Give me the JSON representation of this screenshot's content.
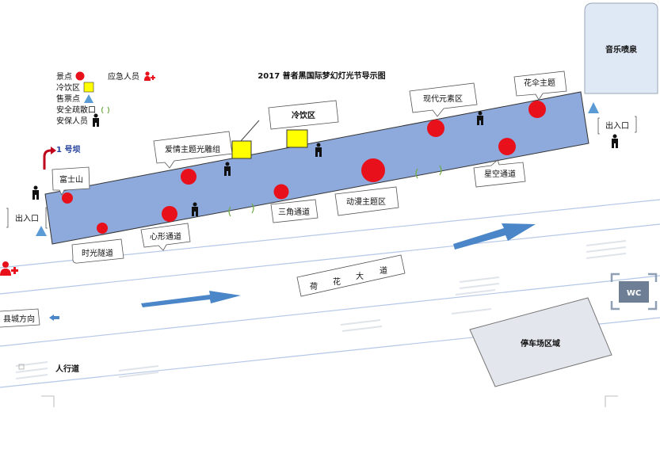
{
  "title": "2017 普者黑国际梦幻灯光节导示图",
  "colors": {
    "venue": "#8ea9db",
    "spot": "#e8101a",
    "drink": "#ffff00",
    "ticket": "#5b9bd5",
    "arrow": "#4a86c8",
    "road_line": "#b4c7e7",
    "building": "#e3e6ec"
  },
  "legend": {
    "spot": "景点",
    "drink": "冷饮区",
    "ticket": "售票点",
    "exit": "安全疏散口",
    "security": "安保人员",
    "medical": "应急人员"
  },
  "markers": {
    "dam": "1 号坝",
    "fountain": "音乐喷泉",
    "wc": "WC",
    "parking": "停车场区域",
    "road_name": [
      "荷",
      "花",
      "大",
      "道"
    ],
    "county": "县城方向",
    "sidewalk": "人行道"
  },
  "labels": {
    "fujishan": "富士山",
    "entrance_left": "出入口",
    "tunnel": "时光隧道",
    "heart": "心形通道",
    "love": "爱情主题光雕组",
    "drink_area": "冷饮区",
    "triangle": "三角通道",
    "anime": "动漫主题区",
    "modern": "现代元素区",
    "starry": "星空通道",
    "umbrella": "花伞主题",
    "entrance_right": "出入口"
  }
}
